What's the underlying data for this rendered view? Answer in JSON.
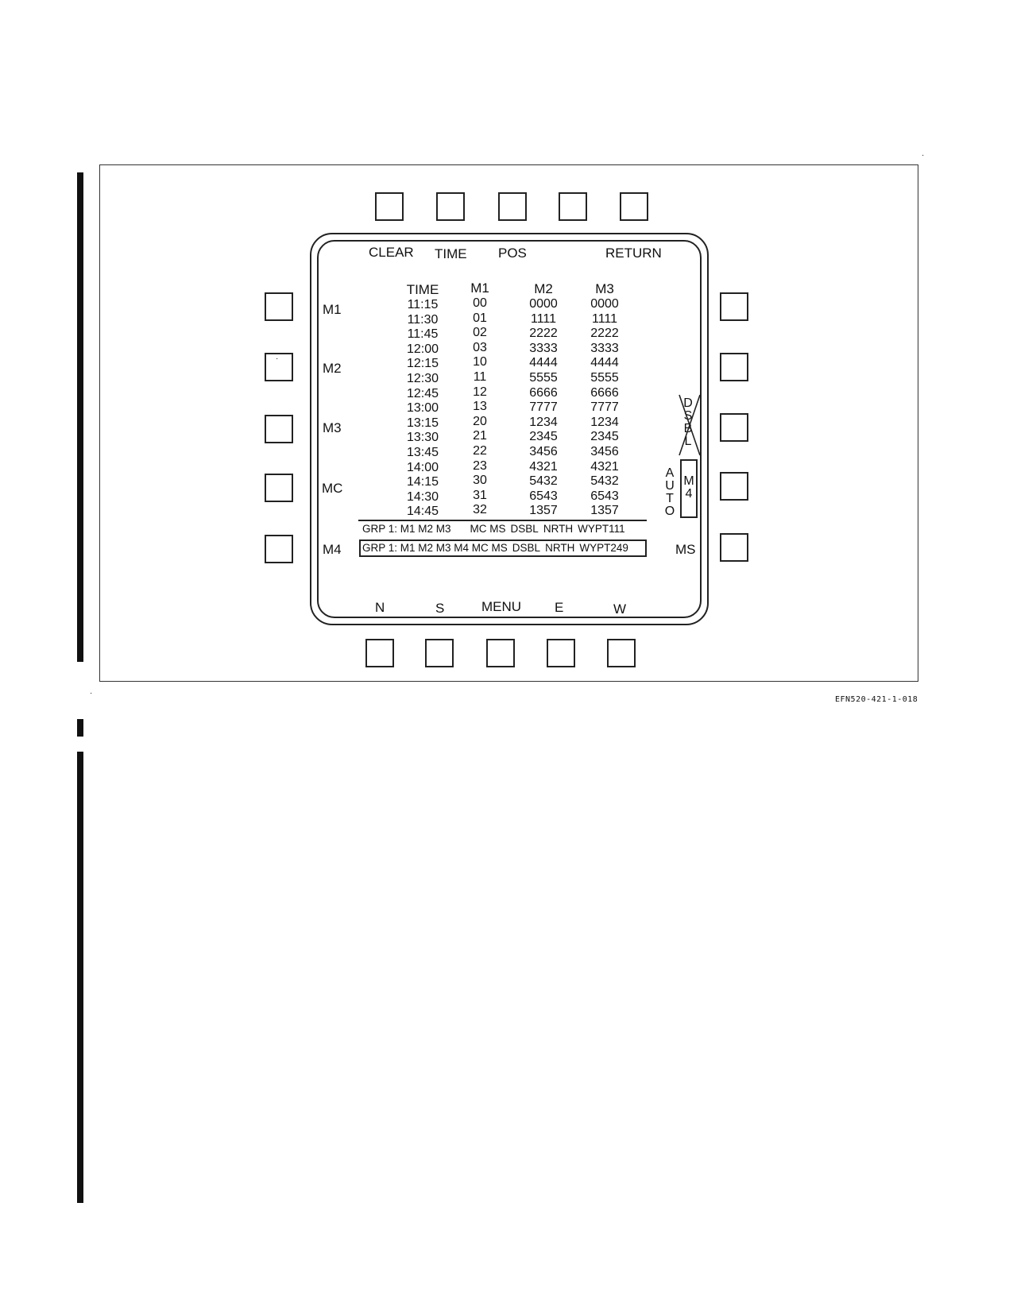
{
  "top_softkeys": [
    "CLEAR",
    "TIME",
    "POS",
    "RETURN"
  ],
  "bottom_softkeys": [
    "N",
    "S",
    "MENU",
    "E",
    "W"
  ],
  "left_softkeys": [
    "M1",
    "M2",
    "M3",
    "MC",
    "M4"
  ],
  "right_softkeys": {
    "ms": "MS"
  },
  "table": {
    "headers": [
      "TIME",
      "M1",
      "M2",
      "M3"
    ],
    "time": [
      "11:15",
      "11:30",
      "11:45",
      "12:00",
      "12:15",
      "12:30",
      "12:45",
      "13:00",
      "13:15",
      "13:30",
      "13:45",
      "14:00",
      "14:15",
      "14:30",
      "14:45"
    ],
    "m1": [
      "00",
      "01",
      "02",
      "03",
      "10",
      "11",
      "12",
      "13",
      "20",
      "21",
      "22",
      "23",
      "30",
      "31",
      "32"
    ],
    "m2": [
      "0000",
      "1111",
      "2222",
      "3333",
      "4444",
      "5555",
      "6666",
      "7777",
      "1234",
      "2345",
      "3456",
      "4321",
      "5432",
      "6543",
      "1357"
    ],
    "m3": [
      "0000",
      "1111",
      "2222",
      "3333",
      "4444",
      "5555",
      "6666",
      "7777",
      "1234",
      "2345",
      "3456",
      "4321",
      "5432",
      "6543",
      "1357"
    ]
  },
  "group_lines": [
    [
      "GRP 1: M1 M2 M3",
      "MC MS",
      "DSBL",
      "NRTH",
      "WYPT111"
    ],
    [
      "GRP 1: M1 M2 M3 M4 MC MS",
      "DSBL",
      "NRTH",
      "WYPT249"
    ]
  ],
  "right_side": {
    "dsbl": [
      "D",
      "S",
      "B",
      "L"
    ],
    "auto": [
      "A",
      "U",
      "T",
      "O"
    ],
    "m4": [
      "M",
      "4"
    ]
  },
  "figure_id": "EFN520-421-1-018"
}
